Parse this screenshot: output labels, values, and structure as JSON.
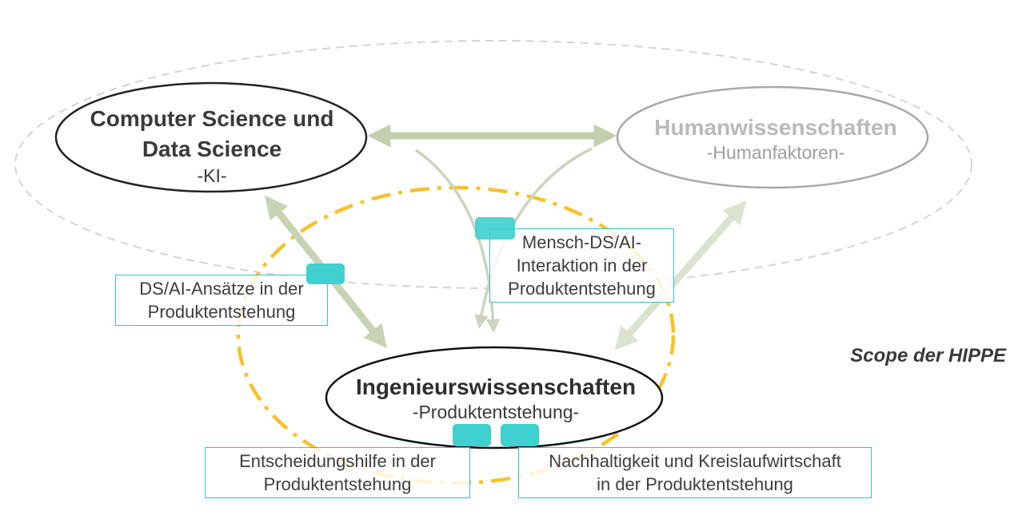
{
  "nodes": {
    "computer_science": {
      "title_line1": "Computer Science und",
      "title_line2": "Data Science",
      "subtitle": "-KI-"
    },
    "humanwissenschaften": {
      "title": "Humanwissenschaften",
      "subtitle": "-Humanfaktoren-"
    },
    "ingenieurswissenschaften": {
      "title": "Ingenieurswissenschaften",
      "subtitle": "-Produktentstehung-"
    }
  },
  "labels": {
    "dsai": {
      "line1": "DS/AI-Ansätze in der",
      "line2": "Produktentstehung"
    },
    "mensch": {
      "line1": "Mensch-DS/AI-",
      "line2": "Interaktion in der",
      "line3": "Produktentstehung"
    },
    "entscheidung": {
      "line1": "Entscheidungshilfe in der",
      "line2": "Produktentstehung"
    },
    "nachhaltig": {
      "line1": "Nachhaltigkeit und Kreislaufwirtschaft",
      "line2": "in der Produktentstehung"
    }
  },
  "scope_label": "Scope der HIPPE",
  "colors": {
    "arrow_green": "#c3cfad",
    "arrow_green_light": "#dbe3cf",
    "scope_dashdot": "#f5bd18",
    "outer_dashed": "#d4d4d4",
    "label_border": "#2fc5c9",
    "tab_fill": "#3fd0cf"
  }
}
